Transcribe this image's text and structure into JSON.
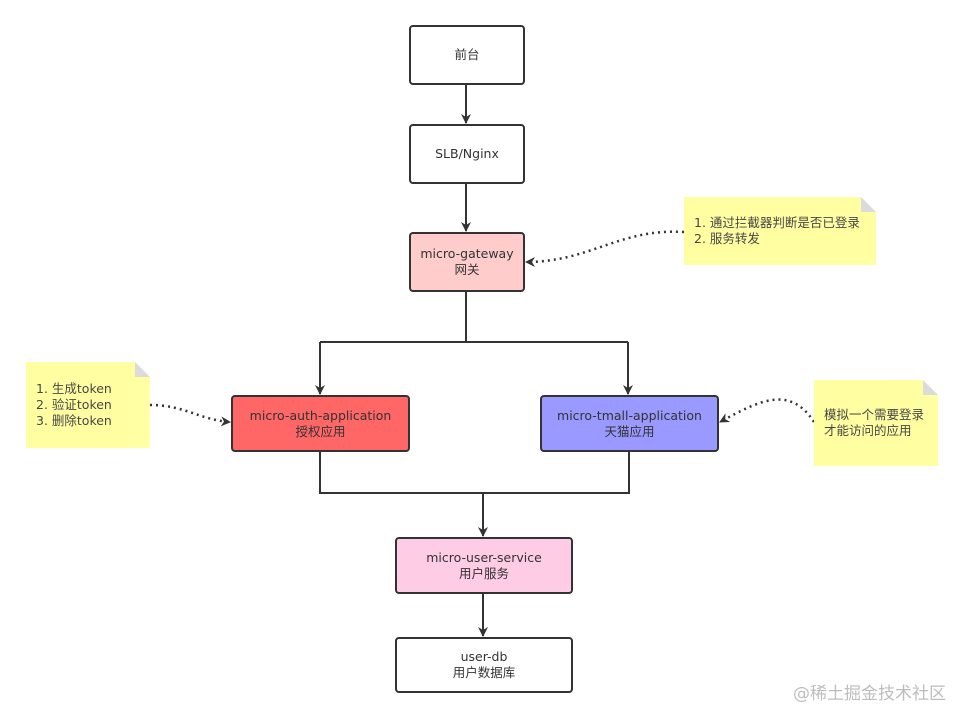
{
  "nodes": {
    "frontend": {
      "label": "前台",
      "fill": "#ffffff"
    },
    "slb": {
      "label": "SLB/Nginx",
      "fill": "#ffffff"
    },
    "gateway": {
      "label": "micro-gateway",
      "sub": "网关",
      "fill": "#ffcccc"
    },
    "auth": {
      "label": "micro-auth-application",
      "sub": "授权应用",
      "fill": "#ff6666"
    },
    "tmall": {
      "label": "micro-tmall-application",
      "sub": "天猫应用",
      "fill": "#9999ff"
    },
    "user_service": {
      "label": "micro-user-service",
      "sub": "用户服务",
      "fill": "#ffcce6"
    },
    "user_db": {
      "label": "user-db",
      "sub": "用户数据库",
      "fill": "#ffffff"
    }
  },
  "notes": {
    "gateway_note": [
      "1. 通过拦截器判断是否已登录",
      "2. 服务转发"
    ],
    "auth_note": [
      "1. 生成token",
      "2. 验证token",
      "3. 删除token"
    ],
    "tmall_note": [
      "模拟一个需要登录",
      "才能访问的应用"
    ]
  },
  "watermark": "@稀土掘金技术社区"
}
